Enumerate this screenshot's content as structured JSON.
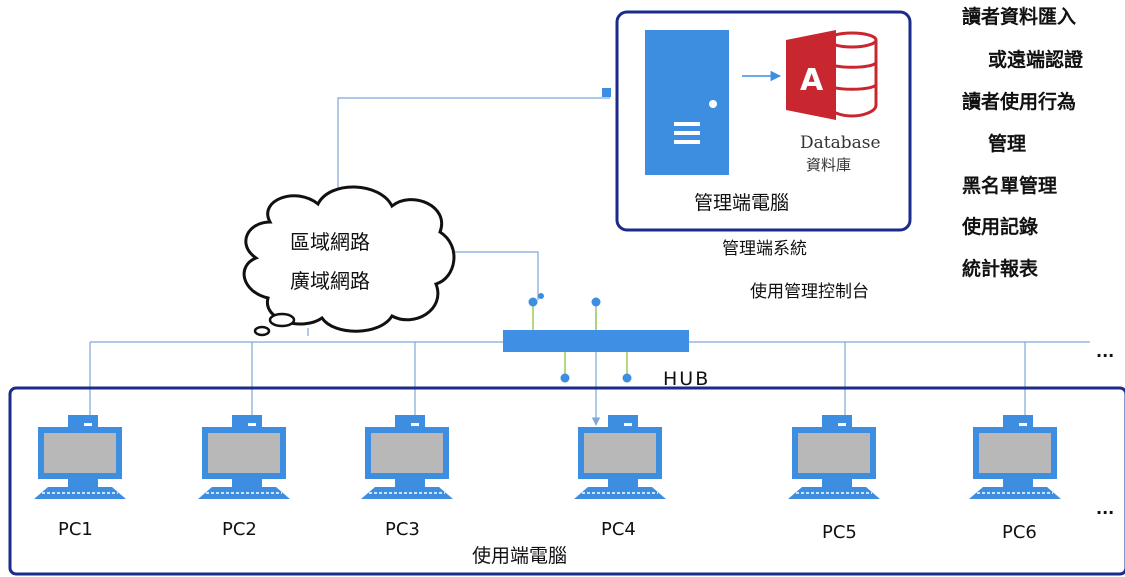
{
  "colors": {
    "frame": "#1a2b8c",
    "line": "#7fa7d9",
    "blue": "#3d8ee0",
    "hub": "#3f8fe4",
    "db_red": "#c9272f",
    "screen": "#b8b8b8",
    "stub": "#9ccc52"
  },
  "icons": {
    "server": "server-icon",
    "database": "access-database-icon",
    "cloud": "cloud-icon",
    "pc": "desktop-computer-icon"
  },
  "server_box": {
    "db_letter": "A",
    "db_label": "Database",
    "db_label_zh": "資料庫",
    "caption": "管理端電腦"
  },
  "server_system_label": "管理端系統",
  "console_label": "使用管理控制台",
  "features": [
    "讀者資料匯入",
    "或遠端認證",
    "讀者使用行為",
    "管理",
    "黑名單管理",
    "使用記錄",
    "統計報表"
  ],
  "cloud": {
    "line1": "區域網路",
    "line2": "廣域網路"
  },
  "hub_label": "HUB",
  "ellipsis": "...",
  "client_group_label": "使用端電腦",
  "pcs": [
    "PC1",
    "PC2",
    "PC3",
    "PC4",
    "PC5",
    "PC6"
  ]
}
